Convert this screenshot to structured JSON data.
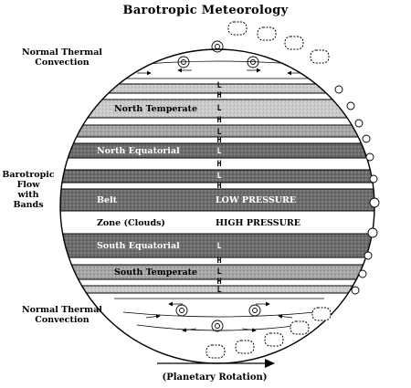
{
  "title": "Barotropic Meteorology",
  "labels": {
    "thermal_top": [
      "Normal Thermal",
      "Convection"
    ],
    "thermal_bottom": [
      "Normal Thermal",
      "Convection"
    ],
    "barotropic": [
      "Barotropic",
      "Flow",
      "with",
      "Bands"
    ],
    "rotation": "(Planetary Rotation)"
  },
  "bands": {
    "north_temperate": "North Temperate",
    "north_equatorial": "North Equatorial",
    "belt": "Belt",
    "zone": "Zone (Clouds)",
    "south_equatorial": "South Equatorial",
    "south_temperate": "South Temperate",
    "low_pressure": "LOW PRESSURE",
    "high_pressure": "HIGH PRESSURE"
  },
  "pressure_markers": [
    "L",
    "H",
    "L",
    "H",
    "L",
    "H",
    "L",
    "H",
    "L",
    "H",
    "L",
    "H",
    "L",
    "H",
    "L"
  ],
  "colors": {
    "ink": "#000000",
    "paper": "#ffffff",
    "dark_band": "#707070",
    "mid_band": "#a8a8a8",
    "light_band": "#cfcfcf"
  }
}
